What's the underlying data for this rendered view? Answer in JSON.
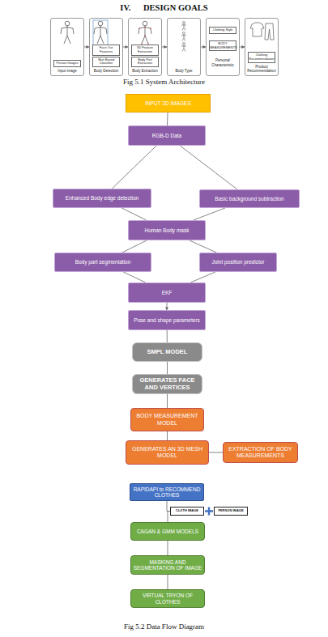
{
  "diagram": {
    "title": "IV.      DESIGN GOALS",
    "caption": "Fig 5.2 Data Flow Diagram",
    "nodes": [
      {
        "text": [
          "Person Images",
          "Input image"
        ]
      },
      {
        "text": [
          "Face Out Features",
          "Skin Based Classifier",
          "Body Detection"
        ]
      },
      {
        "text": [
          "3D Feature Extraction",
          "Body Part Extraction",
          "Body Extraction"
        ]
      },
      {
        "text": [
          "Body Type"
        ]
      },
      {
        "text": [
          "Clothing Style",
          "BODY MEASUREMENTS",
          "Personal Characteristic"
        ]
      },
      {
        "text": [
          "Clothing Recommendation",
          "Product Recommendation"
        ]
      },
      {
        "text": [
          "INPUT 2D IMAGES"
        ]
      },
      {
        "text": [
          "RGB-D Data"
        ]
      },
      {
        "text": [
          "Enhanced Body edge detection"
        ]
      },
      {
        "text": [
          "Basic background subtraction"
        ]
      },
      {
        "text": [
          "Human Body mask"
        ]
      },
      {
        "text": [
          "Body part segmentation"
        ]
      },
      {
        "text": [
          "Joint position predictor"
        ]
      },
      {
        "text": [
          "EKF"
        ]
      },
      {
        "text": [
          "Pose and shape parameters"
        ]
      },
      {
        "text": [
          "SMPL MODEL"
        ]
      },
      {
        "text": [
          "GENERATES FACE AND VERTICES"
        ]
      },
      {
        "text": [
          "BODY MEASUREMENT MODEL"
        ]
      },
      {
        "text": [
          "GENERATES AN 3D MESH MODEL"
        ]
      },
      {
        "text": [
          "EXTRACTION OF BODY MEASUREMENTS"
        ]
      },
      {
        "text": [
          "RAPIDAPI to RECOMMEND CLOTHES"
        ]
      },
      {
        "text": [
          "CLOTH IMAGE"
        ]
      },
      {
        "text": [
          "PERSON IMAGE"
        ]
      },
      {
        "text": [
          "CAGAN & GMM MODELS"
        ]
      },
      {
        "text": [
          "MASKING AND SEGMENTATION OF IMAGE"
        ]
      },
      {
        "text": [
          "VIRTUAL TRYON OF CLOTHES"
        ]
      }
    ],
    "edges": [
      {
        "from": 0,
        "to": 1,
        "arrow": "to"
      },
      {
        "from": 1,
        "to": 2,
        "arrow": "to"
      },
      {
        "from": 2,
        "to": 3,
        "arrow": "to"
      },
      {
        "from": 3,
        "to": 4,
        "arrow": "to"
      },
      {
        "from": 4,
        "to": 5,
        "arrow": "to"
      },
      {
        "from": 6,
        "to": 7,
        "arrow": "none"
      },
      {
        "from": 7,
        "to": 8,
        "arrow": "none"
      },
      {
        "from": 7,
        "to": 9,
        "arrow": "none"
      },
      {
        "from": 8,
        "to": 10,
        "arrow": "none"
      },
      {
        "from": 9,
        "to": 10,
        "arrow": "none"
      },
      {
        "from": 10,
        "to": 11,
        "arrow": "none"
      },
      {
        "from": 10,
        "to": 12,
        "arrow": "none"
      },
      {
        "from": 11,
        "to": 13,
        "arrow": "none"
      },
      {
        "from": 12,
        "to": 13,
        "arrow": "none"
      },
      {
        "from": 13,
        "to": 14,
        "arrow": "to"
      },
      {
        "from": 14,
        "to": 15,
        "arrow": "none"
      },
      {
        "from": 15,
        "to": 16,
        "arrow": "none"
      },
      {
        "from": 16,
        "to": 17,
        "arrow": "none"
      },
      {
        "from": 17,
        "to": 18,
        "arrow": "none"
      },
      {
        "from": 18,
        "to": 19,
        "arrow": "none"
      },
      {
        "from": 20,
        "to": 21,
        "arrow": "none"
      },
      {
        "from": 21,
        "to": 23,
        "arrow": "none"
      },
      {
        "from": 23,
        "to": 24,
        "arrow": "none"
      },
      {
        "from": 24,
        "to": 25,
        "arrow": "none"
      }
    ],
    "labels": [
      "Fig 5.1 System Architecture"
    ]
  }
}
